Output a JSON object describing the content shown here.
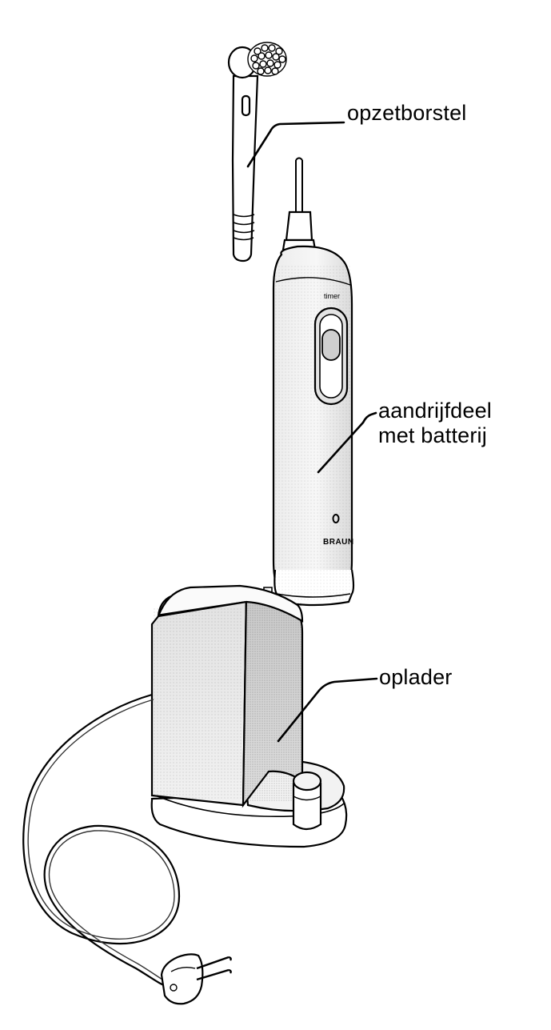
{
  "labels": {
    "brush_head": "opzetborstel",
    "handle_line1": "aandrijfdeel",
    "handle_line2": "met batterij",
    "charger": "oplader"
  },
  "handle_marks": {
    "timer": "timer",
    "brand": "BRAUN"
  },
  "colors": {
    "ink": "#000000",
    "paper": "#ffffff",
    "shade_light": "#e6e6e6",
    "shade_mid": "#d2d2d2",
    "shade_dark": "#b8b8b8"
  }
}
